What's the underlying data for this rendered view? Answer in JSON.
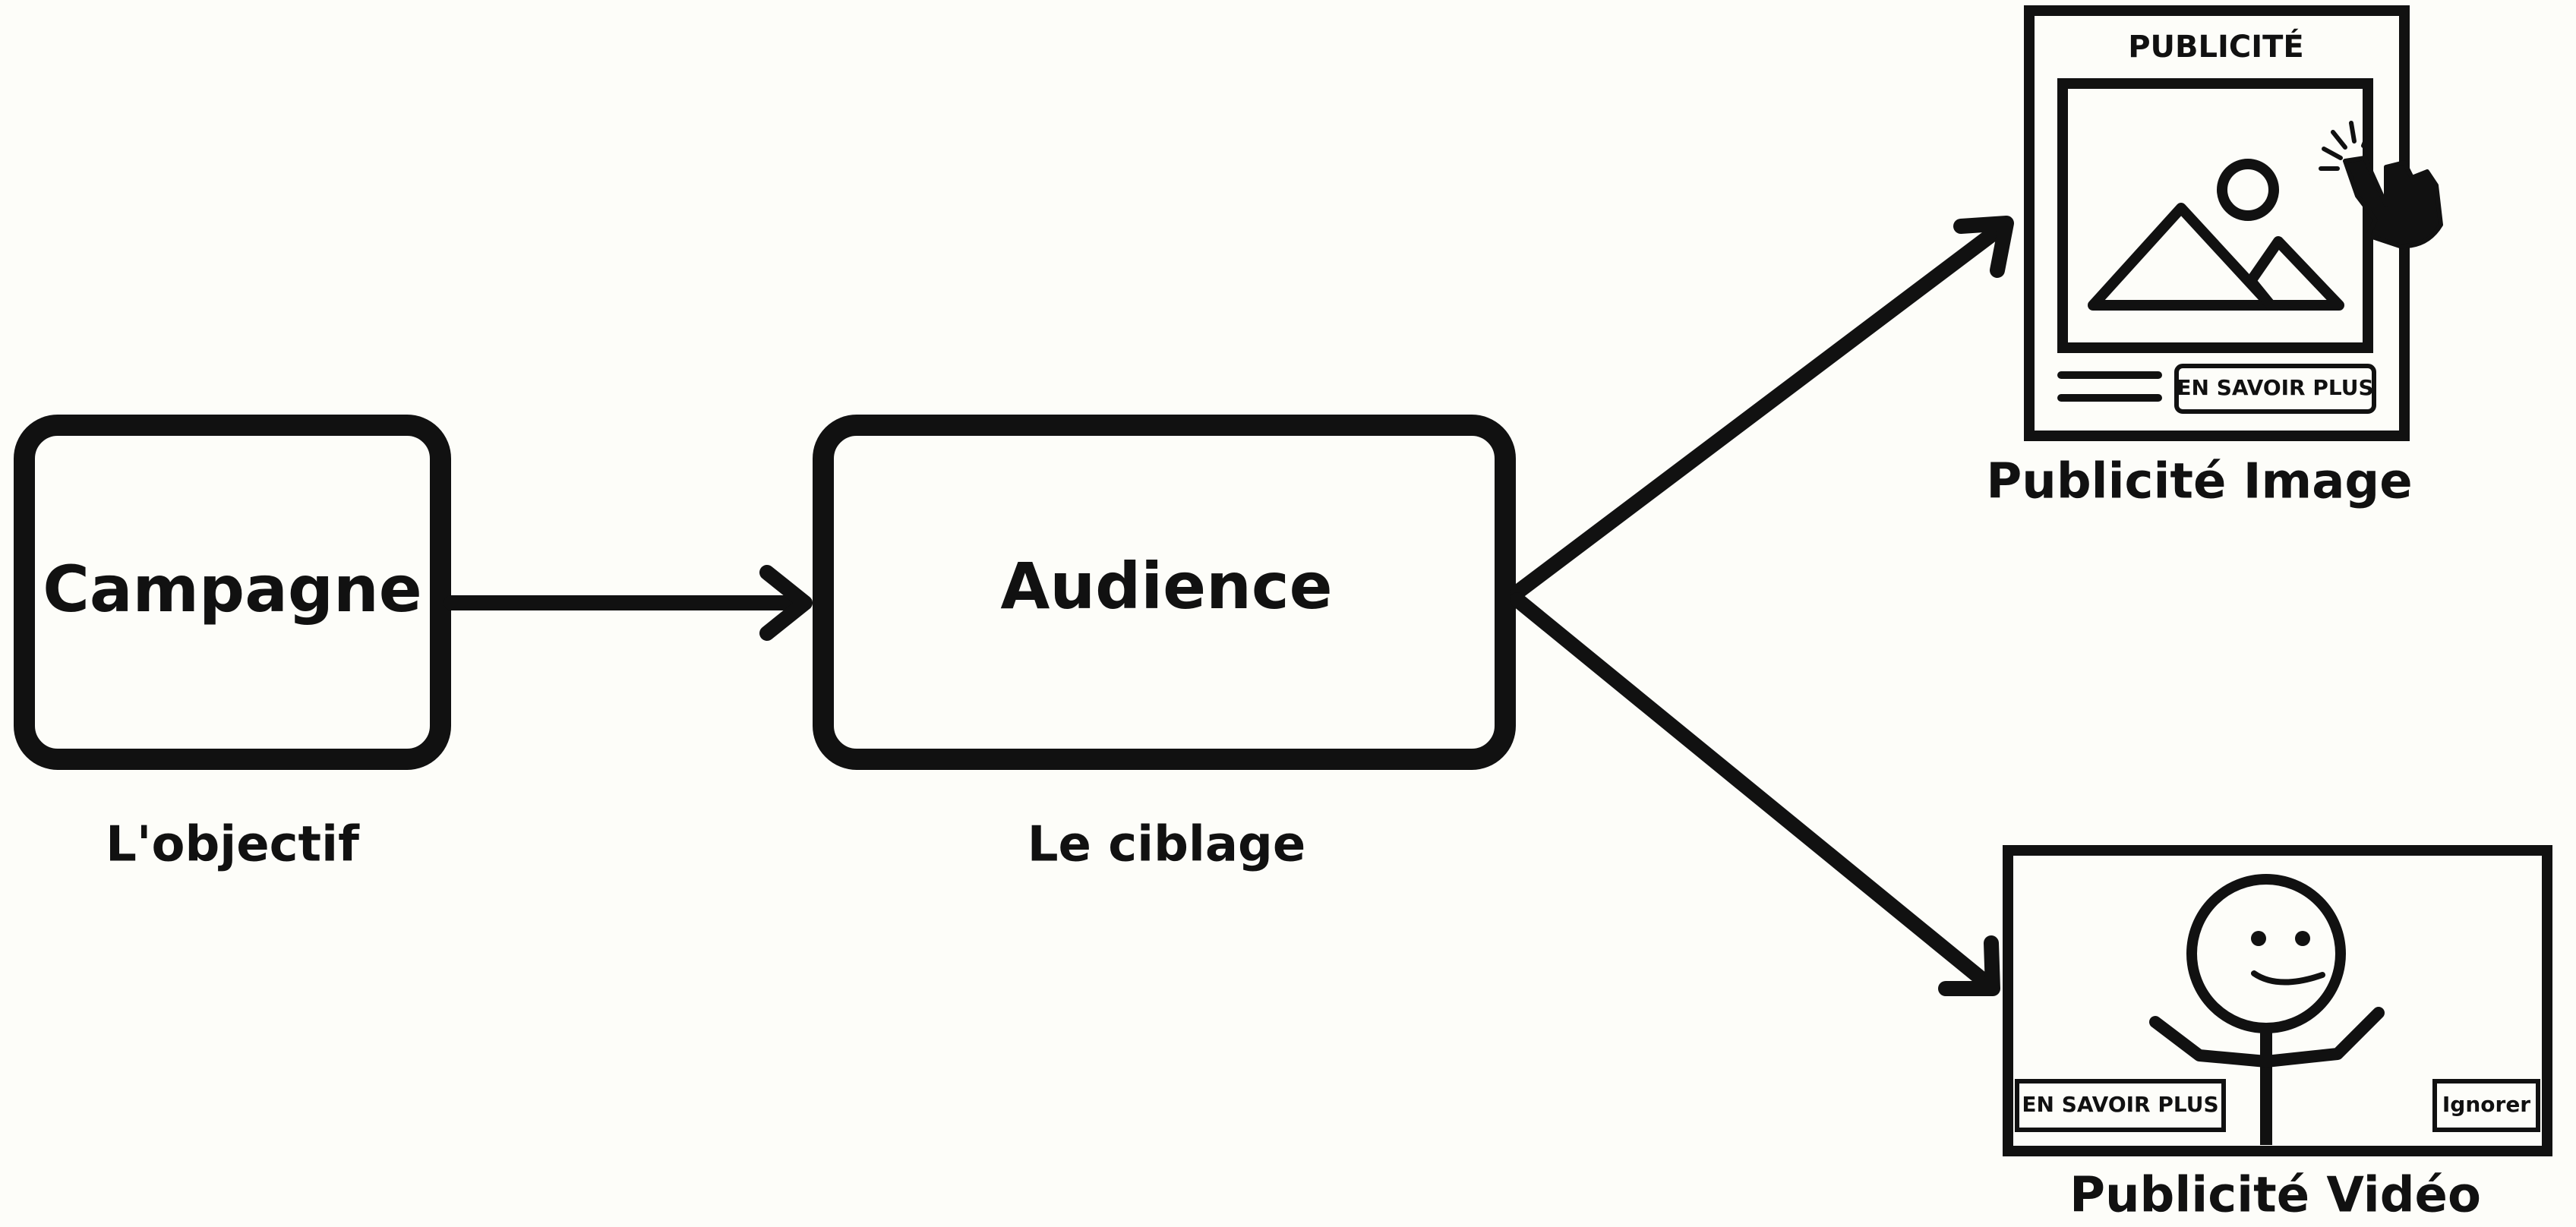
{
  "nodes": {
    "campagne": {
      "label": "Campagne",
      "caption": "L'objectif"
    },
    "audience": {
      "label": "Audience",
      "caption": "Le ciblage"
    }
  },
  "image_ad": {
    "header": "PUBLICITÉ",
    "button": "EN SAVOIR PLUS",
    "caption": "Publicité Image"
  },
  "video_ad": {
    "button_left": "EN SAVOIR PLUS",
    "button_right": "Ignorer",
    "caption": "Publicité Vidéo"
  },
  "icons": [
    "image-icon",
    "pointing-hand-icon",
    "stick-figure-icon",
    "arrow-icon"
  ],
  "colors": {
    "ink": "#111111",
    "background": "#fdfdf9"
  }
}
